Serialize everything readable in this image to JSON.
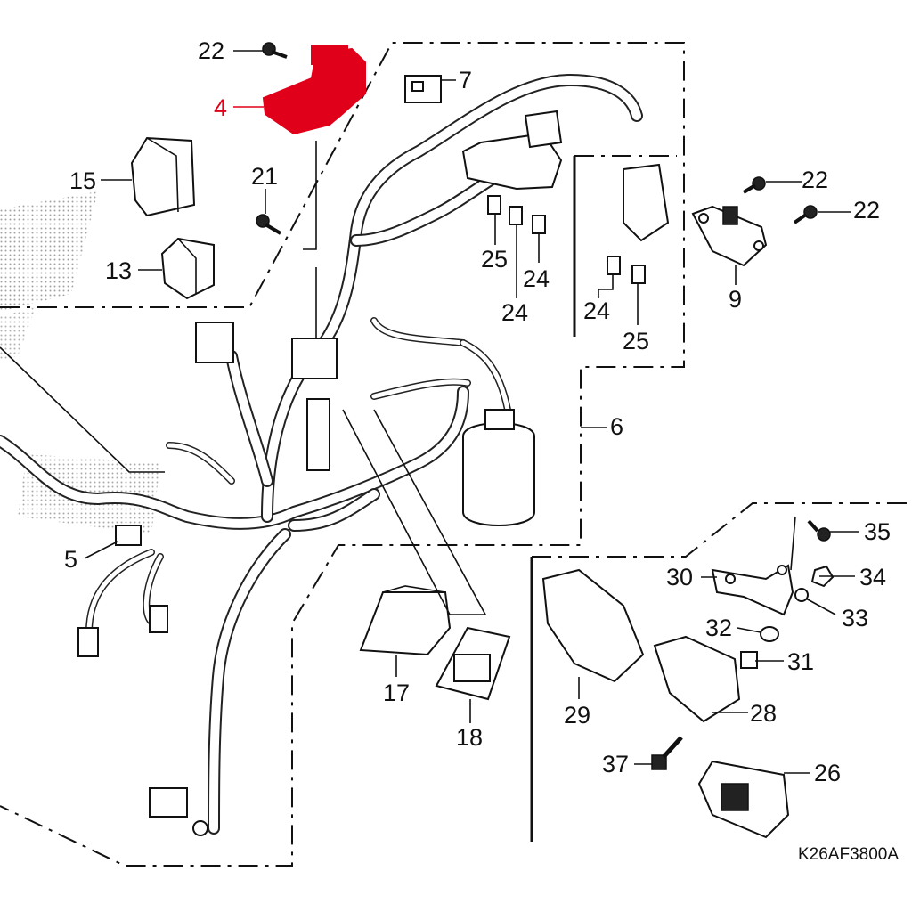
{
  "callouts": [
    {
      "id": "22a",
      "text": "22",
      "color": "black"
    },
    {
      "id": "4",
      "text": "4",
      "color": "red"
    },
    {
      "id": "7",
      "text": "7",
      "color": "black"
    },
    {
      "id": "15",
      "text": "15",
      "color": "black"
    },
    {
      "id": "21",
      "text": "21",
      "color": "black"
    },
    {
      "id": "13",
      "text": "13",
      "color": "black"
    },
    {
      "id": "22b",
      "text": "22",
      "color": "black"
    },
    {
      "id": "22c",
      "text": "22",
      "color": "black"
    },
    {
      "id": "25a",
      "text": "25",
      "color": "black"
    },
    {
      "id": "24a",
      "text": "24",
      "color": "black"
    },
    {
      "id": "24b",
      "text": "24",
      "color": "black"
    },
    {
      "id": "24c",
      "text": "24",
      "color": "black"
    },
    {
      "id": "25b",
      "text": "25",
      "color": "black"
    },
    {
      "id": "9",
      "text": "9",
      "color": "black"
    },
    {
      "id": "6",
      "text": "6",
      "color": "black"
    },
    {
      "id": "5",
      "text": "5",
      "color": "black"
    },
    {
      "id": "17",
      "text": "17",
      "color": "black"
    },
    {
      "id": "18",
      "text": "18",
      "color": "black"
    },
    {
      "id": "35",
      "text": "35",
      "color": "black"
    },
    {
      "id": "30",
      "text": "30",
      "color": "black"
    },
    {
      "id": "34",
      "text": "34",
      "color": "black"
    },
    {
      "id": "33",
      "text": "33",
      "color": "black"
    },
    {
      "id": "32",
      "text": "32",
      "color": "black"
    },
    {
      "id": "31",
      "text": "31",
      "color": "black"
    },
    {
      "id": "29",
      "text": "29",
      "color": "black"
    },
    {
      "id": "28",
      "text": "28",
      "color": "black"
    },
    {
      "id": "37",
      "text": "37",
      "color": "black"
    },
    {
      "id": "26",
      "text": "26",
      "color": "black"
    }
  ],
  "diagram_code": "K26AF3800A",
  "colors": {
    "highlight": "#e0001a",
    "ink": "#111111",
    "background": "#ffffff"
  }
}
